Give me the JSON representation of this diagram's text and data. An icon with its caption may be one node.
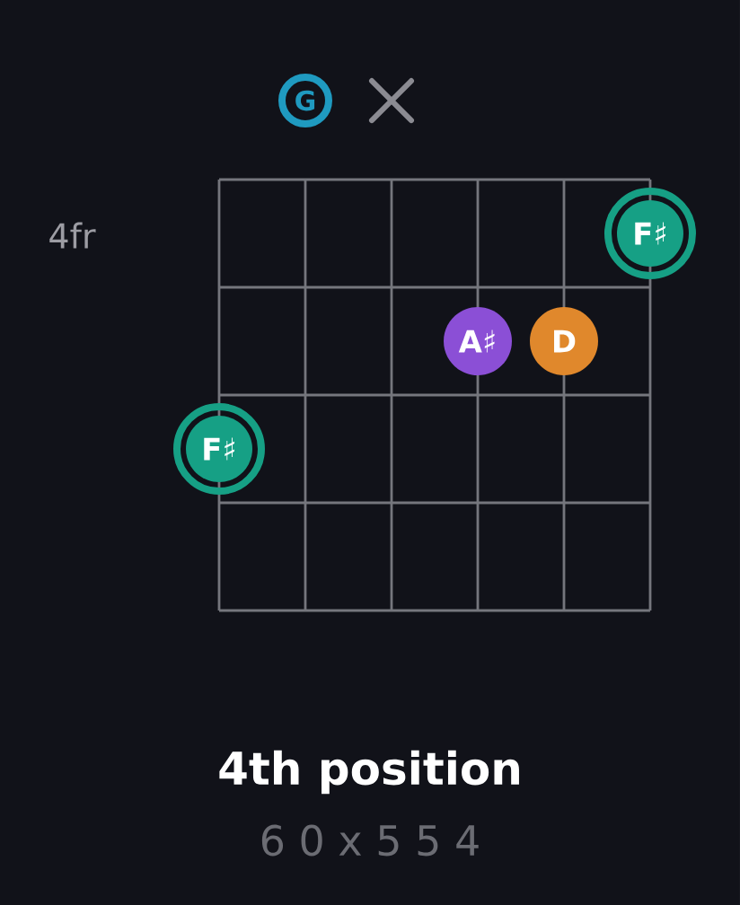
{
  "diagram": {
    "title": "4th position",
    "caption": "6 0 x 5 5 4",
    "nodes": [
      {
        "text": [
          "G"
        ]
      },
      {
        "text": [],
        "shape": "cross"
      },
      {
        "text": [
          "F♯"
        ]
      },
      {
        "text": [
          "A♯"
        ]
      },
      {
        "text": [
          "D"
        ]
      },
      {
        "text": [
          "F♯"
        ]
      }
    ],
    "labels": [
      "4fr"
    ]
  }
}
